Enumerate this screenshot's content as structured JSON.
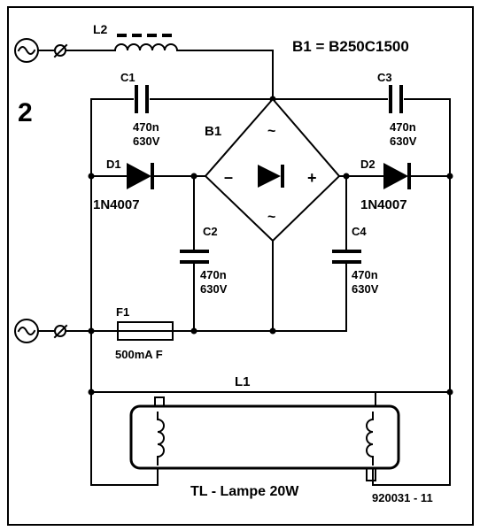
{
  "figure_number": "2",
  "bridge_spec": "B1 = B250C1500",
  "bridge": {
    "label": "B1",
    "ac_symbol": "~",
    "minus": "–",
    "plus": "+"
  },
  "inductor_l2": {
    "label": "L2"
  },
  "capacitors": [
    {
      "label": "C1",
      "value": "470n",
      "voltage": "630V"
    },
    {
      "label": "C2",
      "value": "470n",
      "voltage": "630V"
    },
    {
      "label": "C3",
      "value": "470n",
      "voltage": "630V"
    },
    {
      "label": "C4",
      "value": "470n",
      "voltage": "630V"
    }
  ],
  "diodes": [
    {
      "label": "D1",
      "part": "1N4007"
    },
    {
      "label": "D2",
      "part": "1N4007"
    }
  ],
  "fuse": {
    "label": "F1",
    "rating": "500mA  F"
  },
  "lamp": {
    "label": "L1",
    "name": "TL - Lampe 20W"
  },
  "figure_code": "920031 - 11"
}
